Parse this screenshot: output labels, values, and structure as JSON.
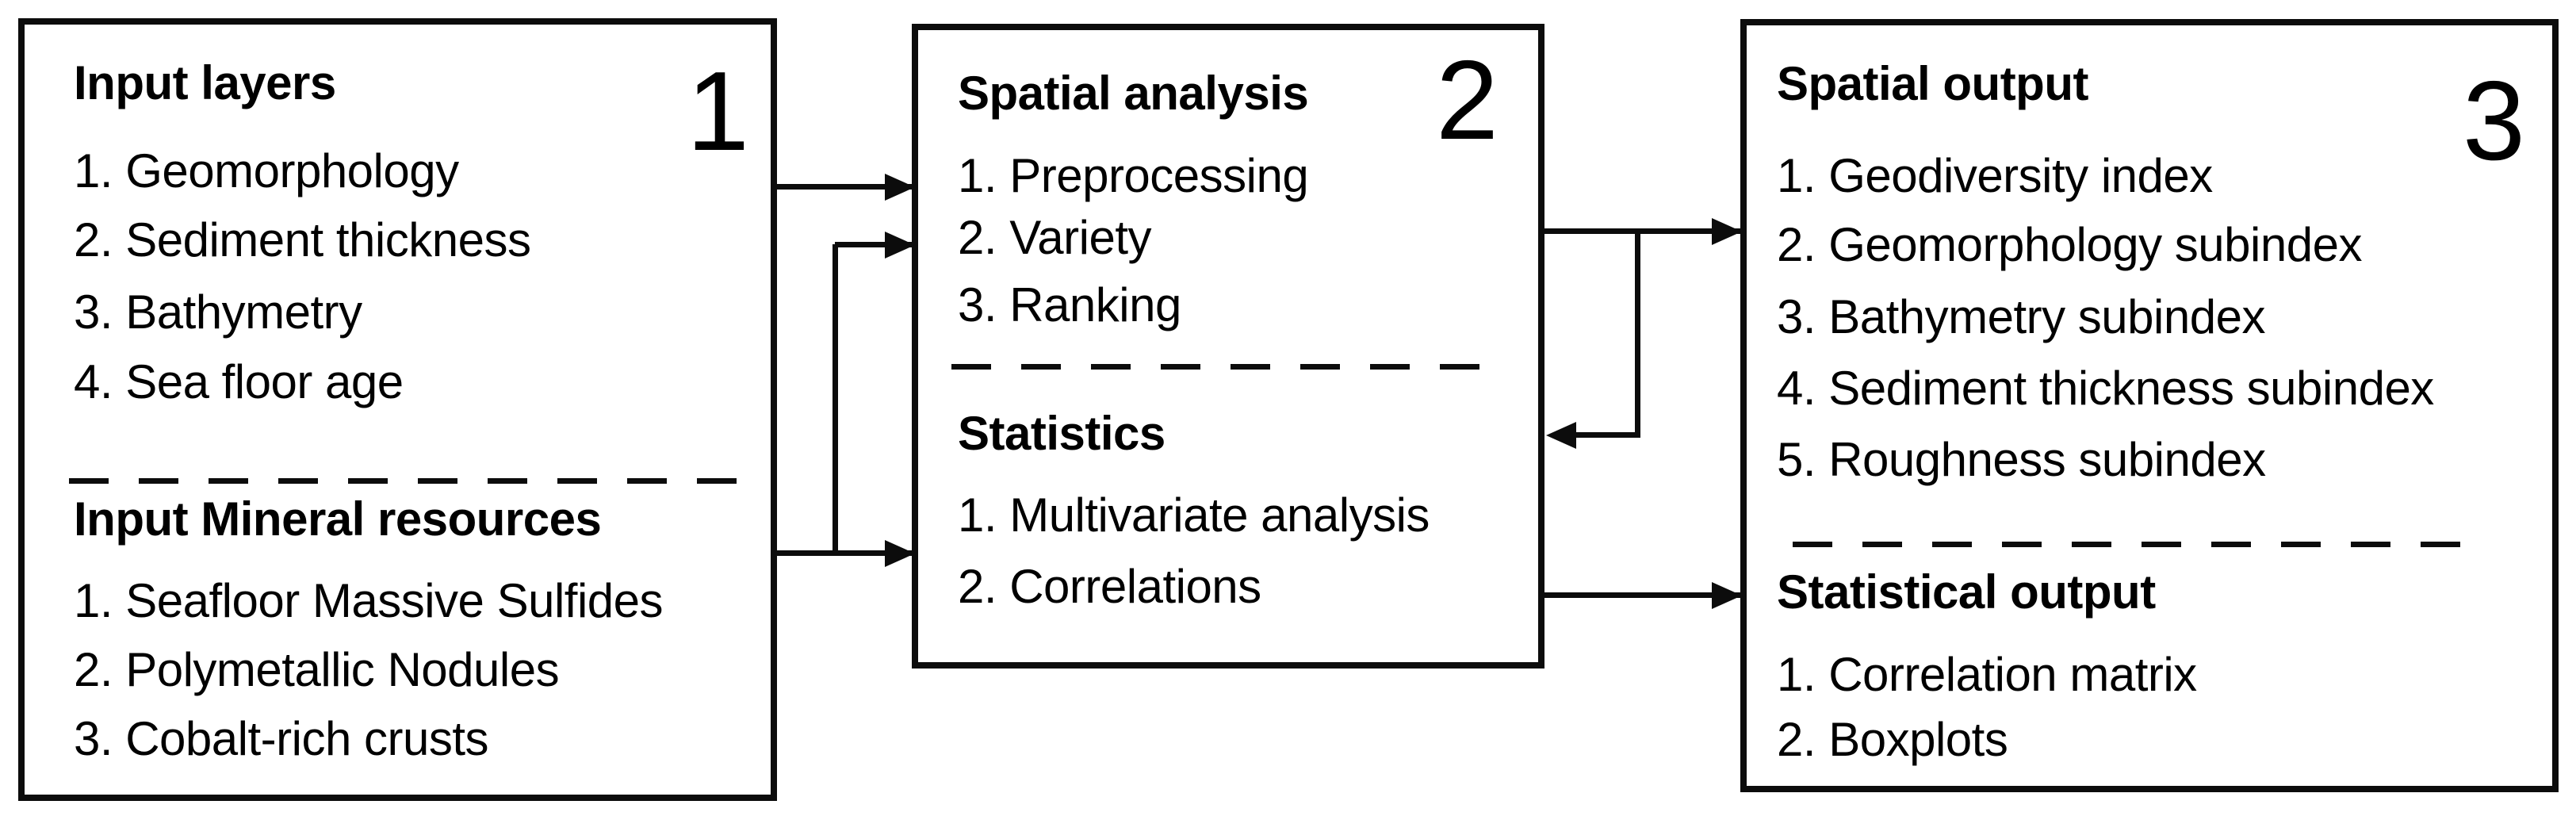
{
  "diagram": {
    "type": "flowchart",
    "boxes": [
      {
        "number": "1",
        "sections": [
          {
            "heading": "Input layers",
            "items": [
              "1. Geomorphology",
              "2. Sediment thickness",
              "3. Bathymetry",
              "4. Sea floor age"
            ]
          },
          {
            "heading": "Input Mineral resources",
            "items": [
              "1. Seafloor Massive Sulfides",
              "2. Polymetallic Nodules",
              "3. Cobalt-rich crusts"
            ]
          }
        ]
      },
      {
        "number": "2",
        "sections": [
          {
            "heading": "Spatial analysis",
            "items": [
              "1. Preprocessing",
              "2. Variety",
              "3. Ranking"
            ]
          },
          {
            "heading": "Statistics",
            "items": [
              "1. Multivariate analysis",
              "2. Correlations"
            ]
          }
        ]
      },
      {
        "number": "3",
        "sections": [
          {
            "heading": "Spatial output",
            "items": [
              "1. Geodiversity index",
              "2. Geomorphology subindex",
              "3. Bathymetry subindex",
              "4. Sediment thickness subindex",
              "5. Roughness subindex"
            ]
          },
          {
            "heading": "Statistical output",
            "items": [
              "1. Correlation matrix",
              "2. Boxplots"
            ]
          }
        ]
      }
    ],
    "connectors": [
      "input-layers-to-preprocessing",
      "input-minerals-branch-to-variety",
      "input-minerals-to-statistics",
      "spatial-analysis-to-spatial-output",
      "feedback-from-output-branch-to-statistics",
      "statistics-to-statistical-output"
    ],
    "colors": {
      "line": "#0c0c0c",
      "background": "#ffffff",
      "text": "#000000"
    }
  }
}
